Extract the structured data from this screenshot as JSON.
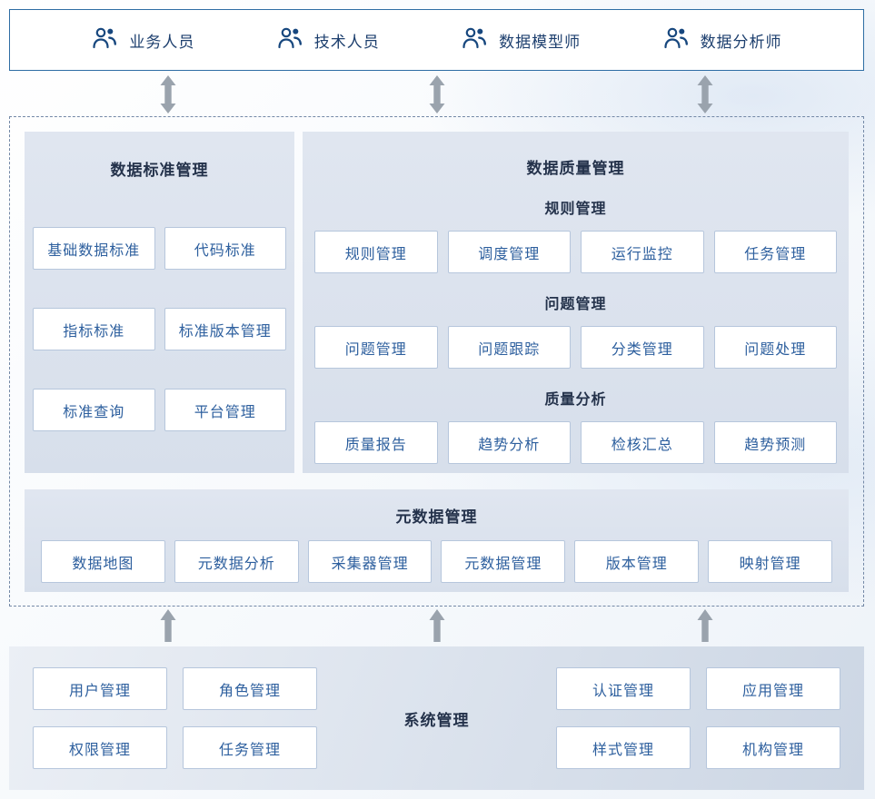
{
  "roles": [
    {
      "label": "业务人员"
    },
    {
      "label": "技术人员"
    },
    {
      "label": "数据模型师"
    },
    {
      "label": "数据分析师"
    }
  ],
  "panels": {
    "standard": {
      "title": "数据标准管理",
      "buttons": [
        "基础数据标准",
        "代码标准",
        "指标标准",
        "标准版本管理",
        "标准查询",
        "平台管理"
      ]
    },
    "quality": {
      "title": "数据质量管理",
      "groups": [
        {
          "title": "规则管理",
          "buttons": [
            "规则管理",
            "调度管理",
            "运行监控",
            "任务管理"
          ]
        },
        {
          "title": "问题管理",
          "buttons": [
            "问题管理",
            "问题跟踪",
            "分类管理",
            "问题处理"
          ]
        },
        {
          "title": "质量分析",
          "buttons": [
            "质量报告",
            "趋势分析",
            "检核汇总",
            "趋势预测"
          ]
        }
      ]
    },
    "metadata": {
      "title": "元数据管理",
      "buttons": [
        "数据地图",
        "元数据分析",
        "采集器管理",
        "元数据管理",
        "版本管理",
        "映射管理"
      ]
    },
    "system": {
      "title": "系统管理",
      "left_buttons": [
        "用户管理",
        "角色管理",
        "权限管理",
        "任务管理"
      ],
      "right_buttons": [
        "认证管理",
        "应用管理",
        "样式管理",
        "机构管理"
      ]
    }
  },
  "colors": {
    "button_text": "#2d5f9e",
    "button_border": "#b6c6dc",
    "panel_bg": "#dbe2ec",
    "title_text": "#24324b",
    "arrow": "#9aa3ad",
    "top_bar_border": "#2e6da4",
    "role_icon": "#17477e"
  }
}
